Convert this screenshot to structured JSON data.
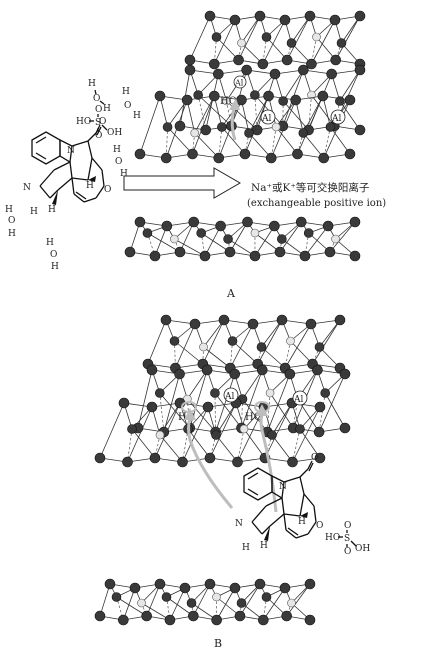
{
  "panel_a": {
    "caption": "A",
    "ion_label_main": "Na⁺或K⁺等可交换阳离子",
    "ion_label_english": "(exchangeable positive ion)",
    "al_labels": [
      "Al",
      "Al",
      "Al"
    ],
    "ho_label": "HO",
    "water_labels": [
      "H",
      "O",
      "H"
    ],
    "sulfate": {
      "s": "S",
      "o": "O",
      "oh": "OH",
      "ho": "HO"
    },
    "molecule_atoms": {
      "n1": "N",
      "o1": "O",
      "h1": "H",
      "n2": "N",
      "h2": "H",
      "o2": "O",
      "h3": "H"
    }
  },
  "panel_b": {
    "caption": "B",
    "al_labels": [
      "Al",
      "Al"
    ],
    "ho_labels": [
      "HO",
      "HO"
    ],
    "sulfate": {
      "s": "S",
      "o": "O",
      "oh": "OH",
      "ho": "HO"
    },
    "molecule_atoms": {
      "n1": "N",
      "o1": "O",
      "h1": "H",
      "n2": "N",
      "h2": "H",
      "o2": "O",
      "h3": "H"
    }
  },
  "colors": {
    "atom_dark": "#3a3a3a",
    "atom_light": "#e6e6e6",
    "path_gray": "#bdbdbd"
  }
}
